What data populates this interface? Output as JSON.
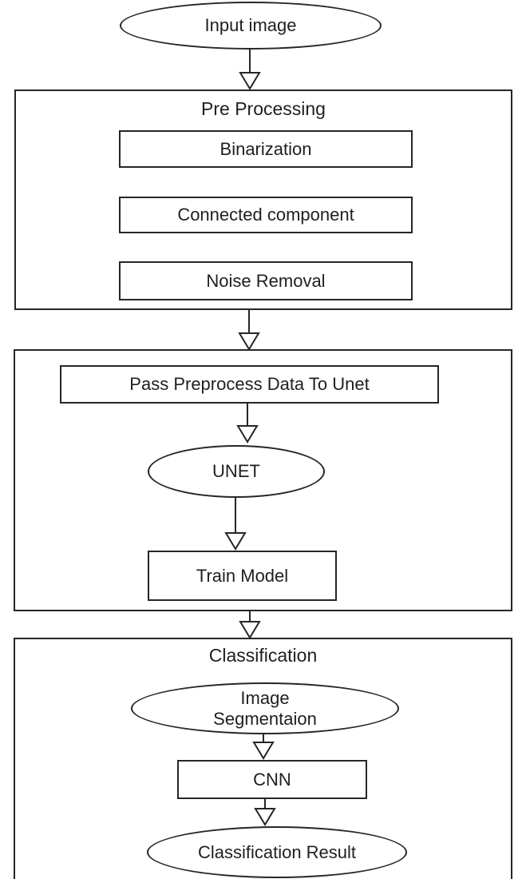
{
  "flowchart": {
    "input": {
      "label": "Input image"
    },
    "preprocessing": {
      "title": "Pre Processing",
      "steps": {
        "binarization": "Binarization",
        "connected_component": "Connected component",
        "noise_removal": "Noise Removal"
      }
    },
    "unet_stage": {
      "pass_data": "Pass Preprocess Data To Unet",
      "unet": "UNET",
      "train_model": "Train Model"
    },
    "classification": {
      "title": "Classification",
      "image_segmentation": {
        "line1": "Image",
        "line2": "Segmentaion"
      },
      "cnn": "CNN",
      "result": "Classification Result"
    },
    "colors": {
      "stroke": "#262626",
      "node_fill": "#ffffff",
      "background": "#ffffff"
    }
  }
}
